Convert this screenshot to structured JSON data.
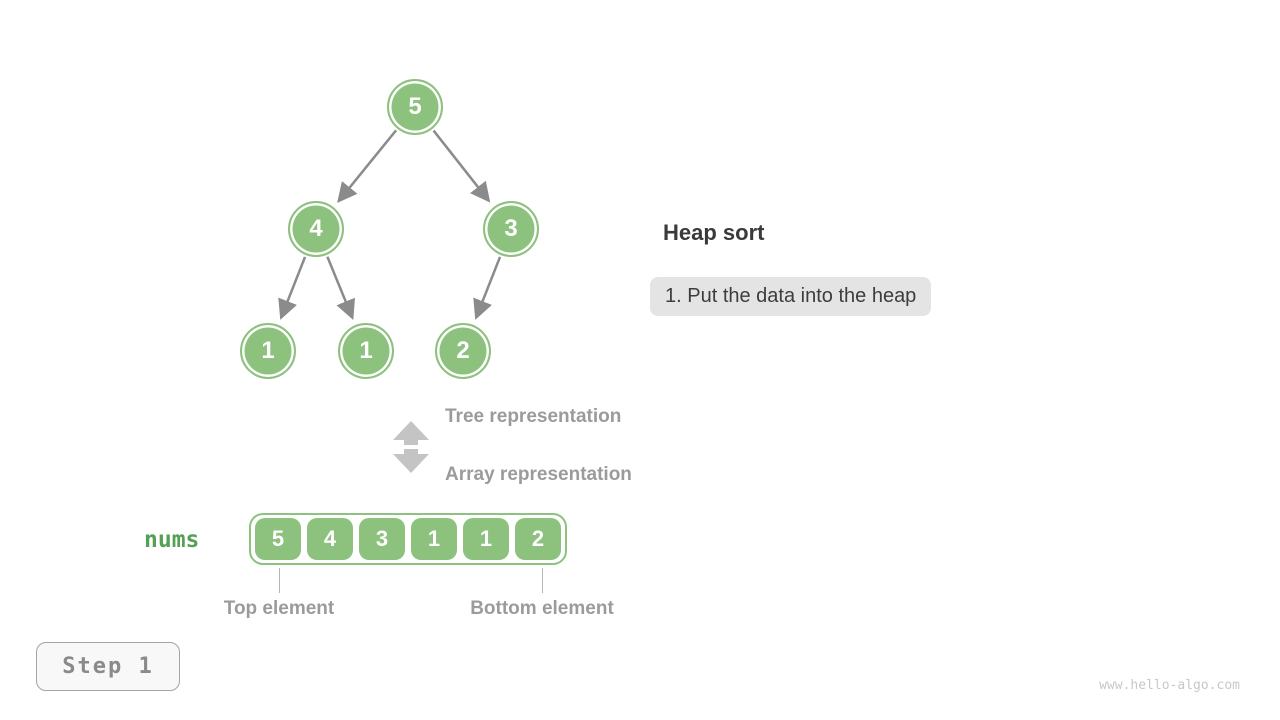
{
  "heading": {
    "title": "Heap sort",
    "step_description": "1. Put the data into the heap"
  },
  "tree": {
    "nodes": [
      {
        "label": "5"
      },
      {
        "label": "4"
      },
      {
        "label": "3"
      },
      {
        "label": "1"
      },
      {
        "label": "1"
      },
      {
        "label": "2"
      }
    ],
    "edges": [
      [
        0,
        1
      ],
      [
        0,
        2
      ],
      [
        1,
        3
      ],
      [
        1,
        4
      ],
      [
        2,
        5
      ]
    ]
  },
  "representation": {
    "tree_label": "Tree representation",
    "array_label": "Array representation",
    "swap_icon": "up-down-arrow"
  },
  "array": {
    "name": "nums",
    "values": [
      "5",
      "4",
      "3",
      "1",
      "1",
      "2"
    ],
    "top_label": "Top element",
    "bottom_label": "Bottom element"
  },
  "step_badge": "Step 1",
  "watermark": "www.hello-algo.com",
  "colors": {
    "node_green": "#8cc17e",
    "accent_green": "#56a056",
    "edge_gray": "#8b8b8b",
    "label_gray": "#9b9b9b",
    "swap_arrow_gray": "#c4c4c4"
  }
}
